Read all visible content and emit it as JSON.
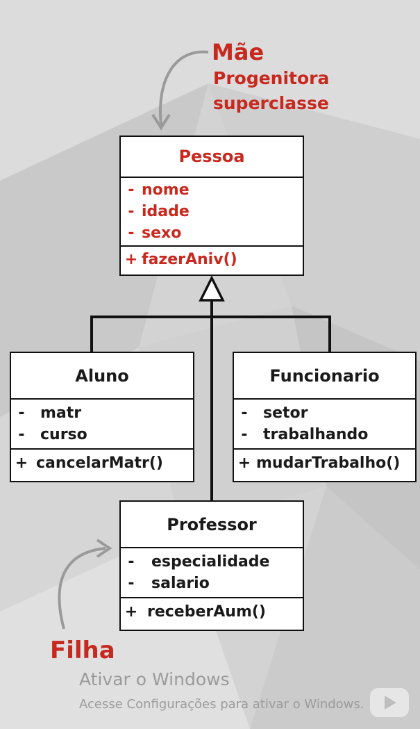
{
  "labels": {
    "mother_lines": [
      "Mãe",
      "Progenitora",
      "superclasse"
    ],
    "child": "Filha"
  },
  "classes": {
    "pessoa": {
      "name": "Pessoa",
      "attributes": [
        {
          "vis": "-",
          "name": "nome"
        },
        {
          "vis": "-",
          "name": "idade"
        },
        {
          "vis": "-",
          "name": "sexo"
        }
      ],
      "methods": [
        {
          "vis": "+",
          "name": "fazerAniv()"
        }
      ]
    },
    "aluno": {
      "name": "Aluno",
      "attributes": [
        {
          "vis": "-",
          "name": "matr"
        },
        {
          "vis": "-",
          "name": "curso"
        }
      ],
      "methods": [
        {
          "vis": "+",
          "name": "cancelarMatr()"
        }
      ]
    },
    "funcionario": {
      "name": "Funcionario",
      "attributes": [
        {
          "vis": "-",
          "name": "setor"
        },
        {
          "vis": "-",
          "name": "trabalhando"
        }
      ],
      "methods": [
        {
          "vis": "+",
          "name": "mudarTrabalho()"
        }
      ]
    },
    "professor": {
      "name": "Professor",
      "attributes": [
        {
          "vis": "-",
          "name": "especialidade"
        },
        {
          "vis": "-",
          "name": "salario"
        }
      ],
      "methods": [
        {
          "vis": "+",
          "name": "receberAum()"
        }
      ]
    }
  },
  "watermark": {
    "title": "Ativar o Windows",
    "subtitle": "Acesse Configurações para ativar o Windows."
  },
  "colors": {
    "accent_red": "#c8281e",
    "line": "#111111",
    "background": "#d3d3d3"
  }
}
